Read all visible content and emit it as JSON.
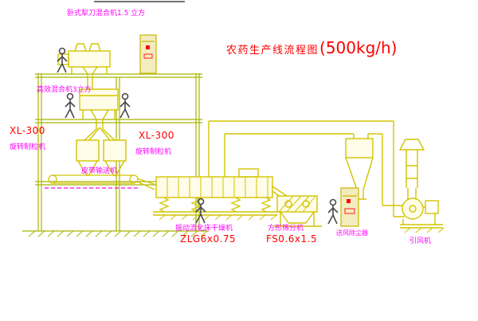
{
  "title": {
    "main": "农药生产线流程图",
    "capacity": "(500kg/h)"
  },
  "labels": {
    "horizontal_mixer": "卧式犁刀混合机1.5 立方",
    "high_efficiency_mixer": "高效混合机3立方",
    "granulator_left_model": "XL-300",
    "granulator_left_name": "旋转制粒机",
    "granulator_right_model": "XL-300",
    "granulator_right_name": "旋转制粒机",
    "belt_conveyor": "皮带输送机",
    "dryer_name": "振动流化床干燥机",
    "dryer_model": "ZLG6x0.75",
    "sifter_name": "方形筛分机",
    "sifter_model": "FS0.6x1.5",
    "dust_collector": "送风除尘器",
    "induced_draft_fan": "引风机"
  },
  "colors": {
    "title_red": "#ff0000",
    "label_magenta": "#ff00ff",
    "equipment_yellow": "#d2c400",
    "frame_green": "#a8b400",
    "figure_gray": "#4a4a4a",
    "background": "#ffffff"
  }
}
